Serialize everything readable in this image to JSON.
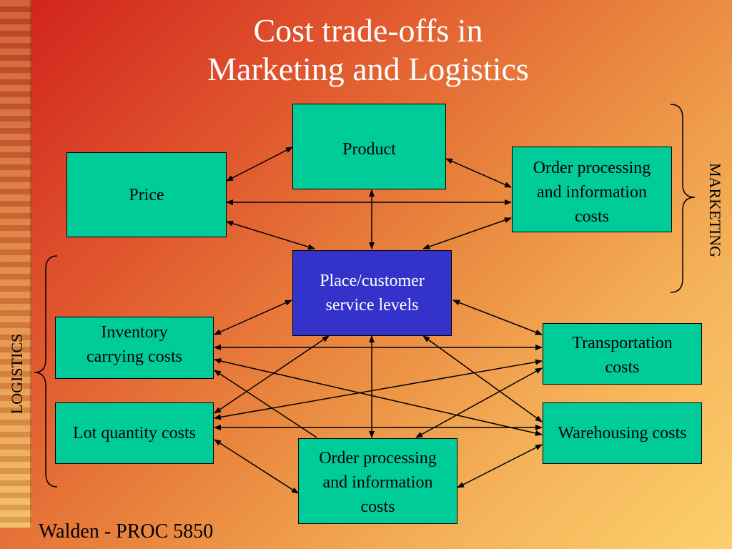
{
  "title": {
    "line1": "Cost trade-offs in",
    "line2": "Marketing and Logistics"
  },
  "nodes": {
    "product": "Product",
    "price": "Price",
    "order_processing_marketing": [
      "Order processing",
      "and information",
      "costs"
    ],
    "place": [
      "Place/customer",
      "service levels"
    ],
    "inventory": [
      "Inventory",
      "carrying costs"
    ],
    "transportation": [
      "Transportation",
      "costs"
    ],
    "lot_quantity": "Lot quantity costs",
    "warehousing": "Warehousing costs",
    "order_processing_logistics": [
      "Order processing",
      "and information",
      "costs"
    ]
  },
  "labels": {
    "marketing": "MARKETING",
    "logistics": "LOGISTICS"
  },
  "footer": "Walden - PROC 5850",
  "colors": {
    "box_fill": "#00cc99",
    "center_fill": "#3333cc",
    "title_text": "#ffffff"
  }
}
